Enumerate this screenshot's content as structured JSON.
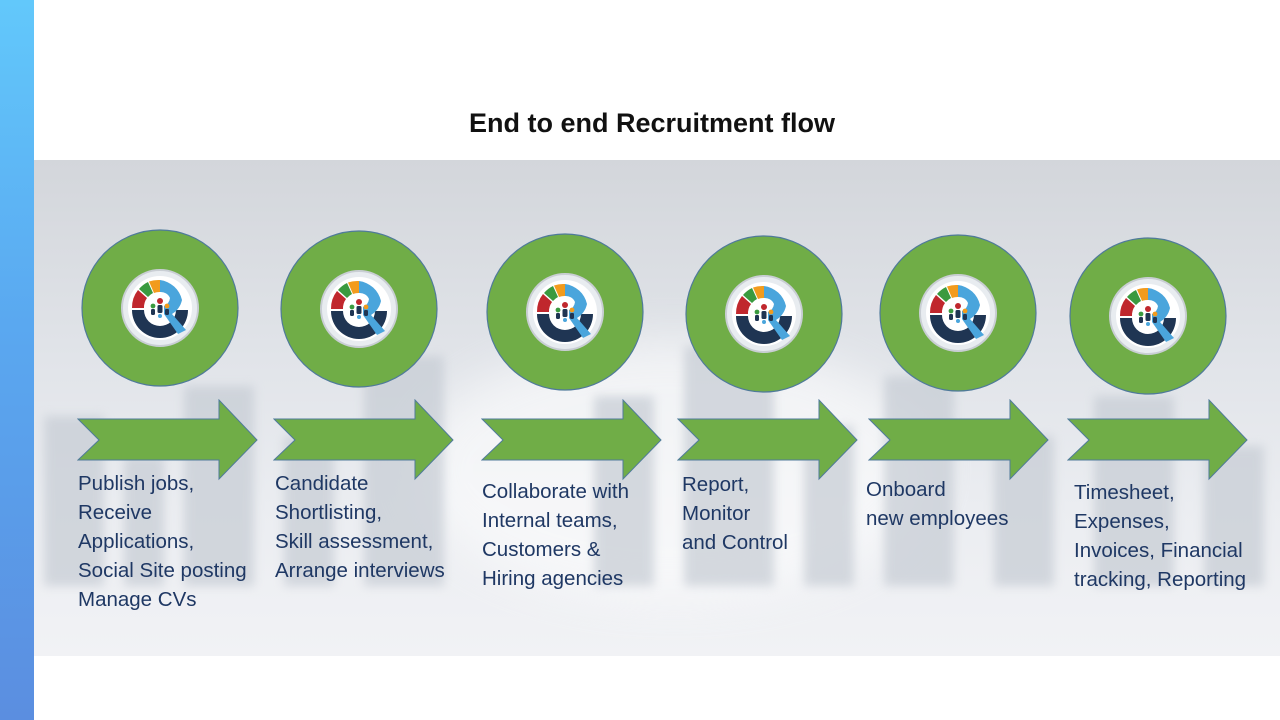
{
  "title": "End to end Recruitment flow",
  "colors": {
    "circle_fill": "#70ad47",
    "circle_stroke": "#4f7a9a",
    "arrow_fill": "#70ad47",
    "arrow_stroke": "#4f7a9a",
    "text": "#1f3864",
    "side_bar": "#5aa8f0"
  },
  "steps": [
    {
      "icon": "recruitment-logo-icon",
      "lines": [
        "Publish jobs,",
        "Receive",
        "Applications,",
        "Social Site posting",
        "Manage CVs"
      ]
    },
    {
      "icon": "recruitment-logo-icon",
      "lines": [
        "Candidate",
        "Shortlisting,",
        "Skill assessment,",
        "Arrange interviews"
      ]
    },
    {
      "icon": "recruitment-logo-icon",
      "lines": [
        "Collaborate with",
        "Internal teams,",
        "Customers &",
        "Hiring agencies"
      ]
    },
    {
      "icon": "recruitment-logo-icon",
      "lines": [
        "Report,",
        "Monitor",
        "and Control"
      ]
    },
    {
      "icon": "recruitment-logo-icon",
      "lines": [
        "Onboard",
        "new employees"
      ]
    },
    {
      "icon": "recruitment-logo-icon",
      "lines": [
        "Timesheet,",
        "Expenses,",
        "Invoices, Financial",
        "tracking, Reporting"
      ]
    }
  ]
}
